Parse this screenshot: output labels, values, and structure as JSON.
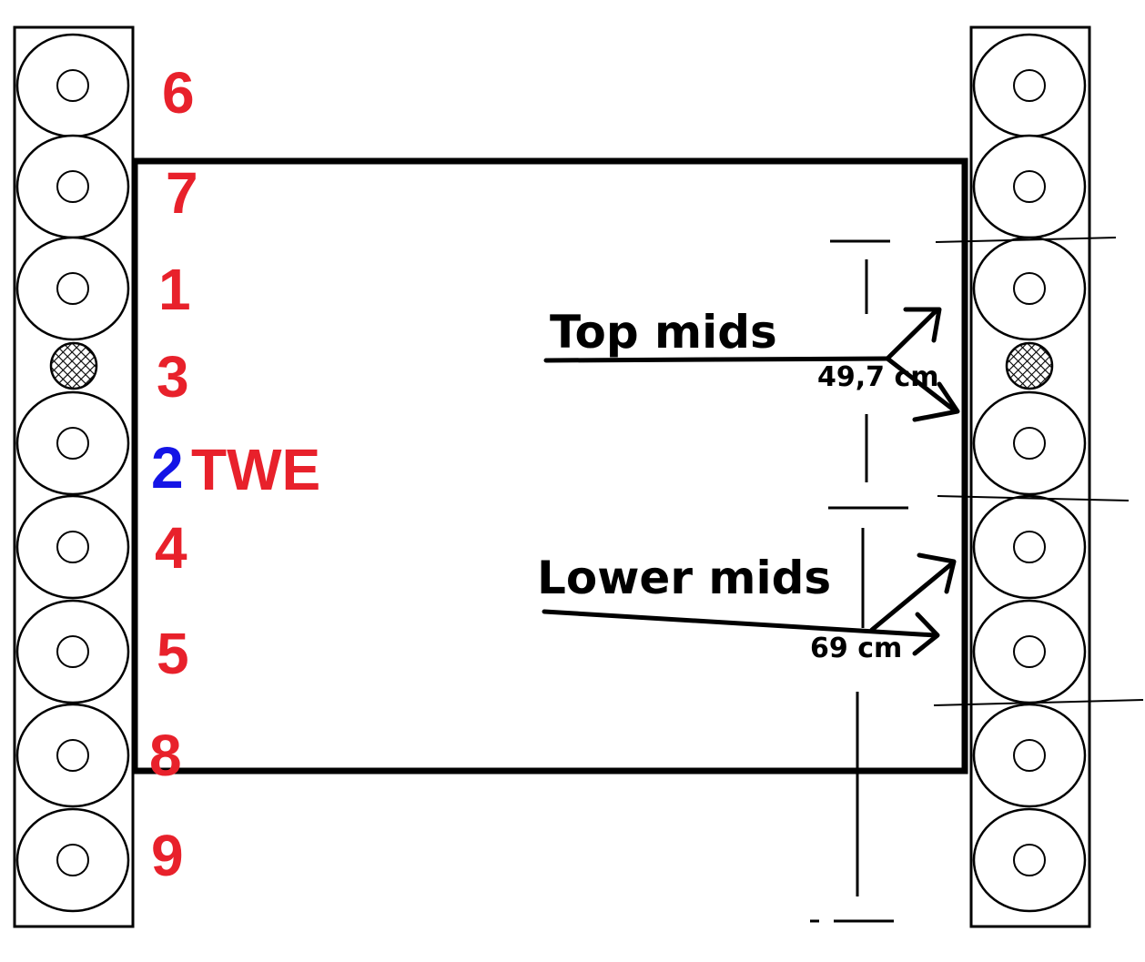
{
  "left_column": {
    "labels": [
      {
        "text": "6",
        "color": "#e8212b"
      },
      {
        "text": "7",
        "color": "#e8212b"
      },
      {
        "text": "1",
        "color": "#e8212b"
      },
      {
        "text": "3",
        "color": "#e8212b"
      },
      {
        "text": "2",
        "color": "#1414e6"
      },
      {
        "text": "TWE",
        "color": "#e8212b"
      },
      {
        "text": "4",
        "color": "#e8212b"
      },
      {
        "text": "5",
        "color": "#e8212b"
      },
      {
        "text": "8",
        "color": "#e8212b"
      },
      {
        "text": "9",
        "color": "#e8212b"
      }
    ]
  },
  "annotations": {
    "top_mids": "Top mids",
    "top_mids_distance": "49,7 cm",
    "lower_mids": "Lower mids",
    "lower_mids_distance": "69 cm"
  },
  "colors": {
    "ink": "#000000",
    "label_red": "#e8212b",
    "label_blue": "#1414e6"
  }
}
